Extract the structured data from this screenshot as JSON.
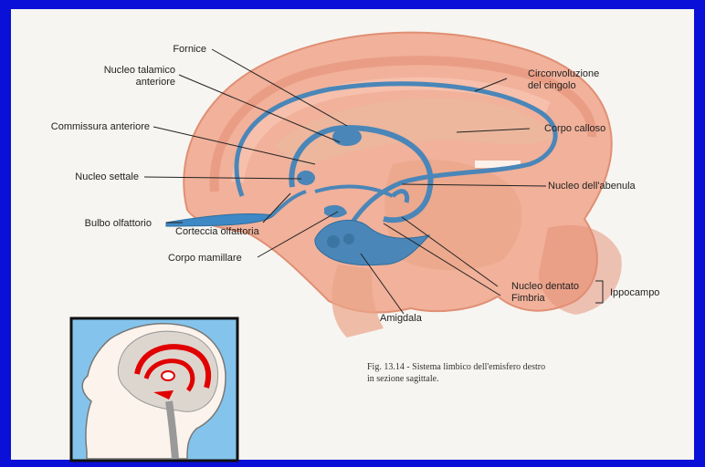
{
  "labels": {
    "fornice": "Fornice",
    "nucleo_talamico_1": "Nucleo talamico",
    "nucleo_talamico_2": "anteriore",
    "commissura": "Commissura anteriore",
    "nucleo_settale": "Nucleo settale",
    "bulbo": "Bulbo olfattorio",
    "corteccia": "Corteccia olfattoria",
    "corpo_mamillare": "Corpo mamillare",
    "circonvoluzione_1": "Circonvoluzione",
    "circonvoluzione_2": "del cingolo",
    "corpo_calloso": "Corpo calloso",
    "abenula": "Nucleo dell'abenula",
    "dentato": "Nucleo dentato",
    "fimbria": "Fimbria",
    "ippocampo": "Ippocampo",
    "amigdala": "Amigdala"
  },
  "caption": {
    "line1": "Fig. 13.14 - Sistema limbico dell'emisfero destro",
    "line2": "in sezione sagittale."
  },
  "colors": {
    "frame": "#0a10d8",
    "tissue": "#eea88e",
    "limbic": "#4a86b8",
    "inset_bg": "#84c4ec"
  }
}
